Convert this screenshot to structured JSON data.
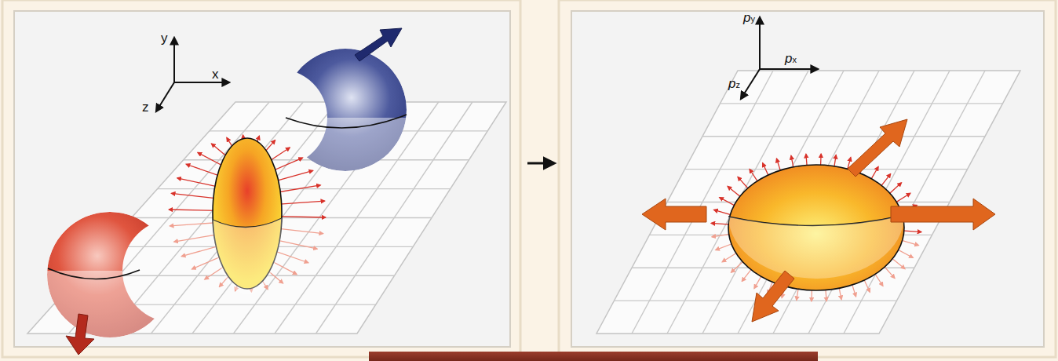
{
  "diagram": {
    "labels": [
      "y",
      "x",
      "z",
      "py",
      "px",
      "pz"
    ]
  }
}
